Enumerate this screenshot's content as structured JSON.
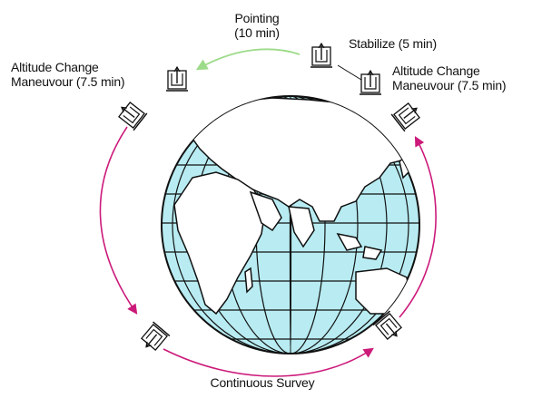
{
  "labels": {
    "pointing_line1": "Pointing",
    "pointing_line2": "(10 min)",
    "stabilize": "Stabilize (5 min)",
    "acm_left_line1": "Altitude Change",
    "acm_left_line2": "Maneuvour (7.5 min)",
    "acm_right_line1": "Altitude Change",
    "acm_right_line2": "Maneuvour (7.5 min)",
    "survey": "Continuous Survey"
  },
  "colors": {
    "ocean": "#b8ecf2",
    "grid": "#111111",
    "magenta_arc": "#cc1a7a",
    "green_arc": "#9ddb8a",
    "text": "#111111"
  },
  "icons": [
    "satellite-icon"
  ]
}
